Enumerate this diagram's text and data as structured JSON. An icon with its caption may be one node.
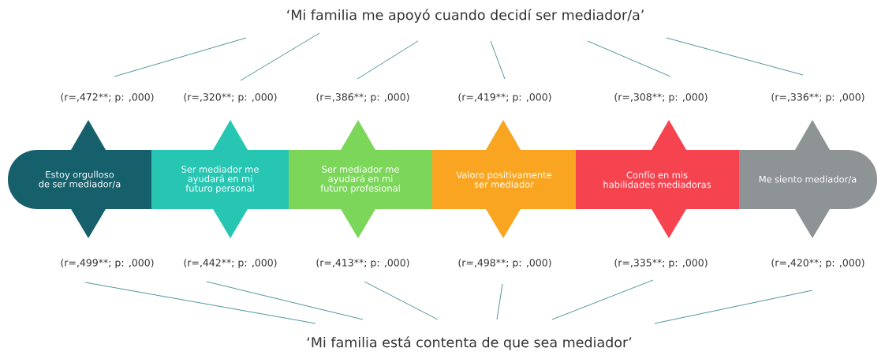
{
  "diagram": {
    "nodes": [
      {
        "text": [
          "‘Mi familia me apoyó cuando decidí ser mediador/a’"
        ]
      },
      {
        "text": [
          "(r=,472**; p: ,000)"
        ]
      },
      {
        "text": [
          "(r=,320**; p: ,000)"
        ]
      },
      {
        "text": [
          "(r=,386**; p: ,000)"
        ]
      },
      {
        "text": [
          "(r=,419**; p: ,000)"
        ]
      },
      {
        "text": [
          "(r=,308**; p: ,000)"
        ]
      },
      {
        "text": [
          "(r=,336**; p: ,000)"
        ]
      },
      {
        "text": [
          "Estoy orgulloso de ser mediador/a"
        ]
      },
      {
        "text": [
          "Ser mediador me ayudará en mi futuro personal"
        ]
      },
      {
        "text": [
          "Ser mediador me ayudará en mi futuro profesional"
        ]
      },
      {
        "text": [
          "Valoro positivamente ser mediador"
        ]
      },
      {
        "text": [
          "Confío en mis habilidades mediadoras"
        ]
      },
      {
        "text": [
          "Me siento mediador/a"
        ]
      },
      {
        "text": [
          "(r=,499**; p: ,000)"
        ]
      },
      {
        "text": [
          "(r=,442**; p: ,000)"
        ]
      },
      {
        "text": [
          "(r=,413**; p: ,000)"
        ]
      },
      {
        "text": [
          "(r=,498**; p: ,000)"
        ]
      },
      {
        "text": [
          "(r=,335**; p: ,000)"
        ]
      },
      {
        "text": [
          "(r=,420**; p: ,000)"
        ]
      },
      {
        "text": [
          "‘Mi familia está contenta de que sea mediador’"
        ]
      }
    ],
    "edges": [
      {
        "from": 0,
        "to": 1,
        "arrow": "none"
      },
      {
        "from": 0,
        "to": 2,
        "arrow": "none"
      },
      {
        "from": 0,
        "to": 3,
        "arrow": "none"
      },
      {
        "from": 0,
        "to": 4,
        "arrow": "none"
      },
      {
        "from": 0,
        "to": 5,
        "arrow": "none"
      },
      {
        "from": 0,
        "to": 6,
        "arrow": "none"
      },
      {
        "from": 13,
        "to": 19,
        "arrow": "none"
      },
      {
        "from": 14,
        "to": 19,
        "arrow": "none"
      },
      {
        "from": 15,
        "to": 19,
        "arrow": "none"
      },
      {
        "from": 16,
        "to": 19,
        "arrow": "none"
      },
      {
        "from": 17,
        "to": 19,
        "arrow": "none"
      },
      {
        "from": 18,
        "to": 19,
        "arrow": "none"
      }
    ]
  }
}
